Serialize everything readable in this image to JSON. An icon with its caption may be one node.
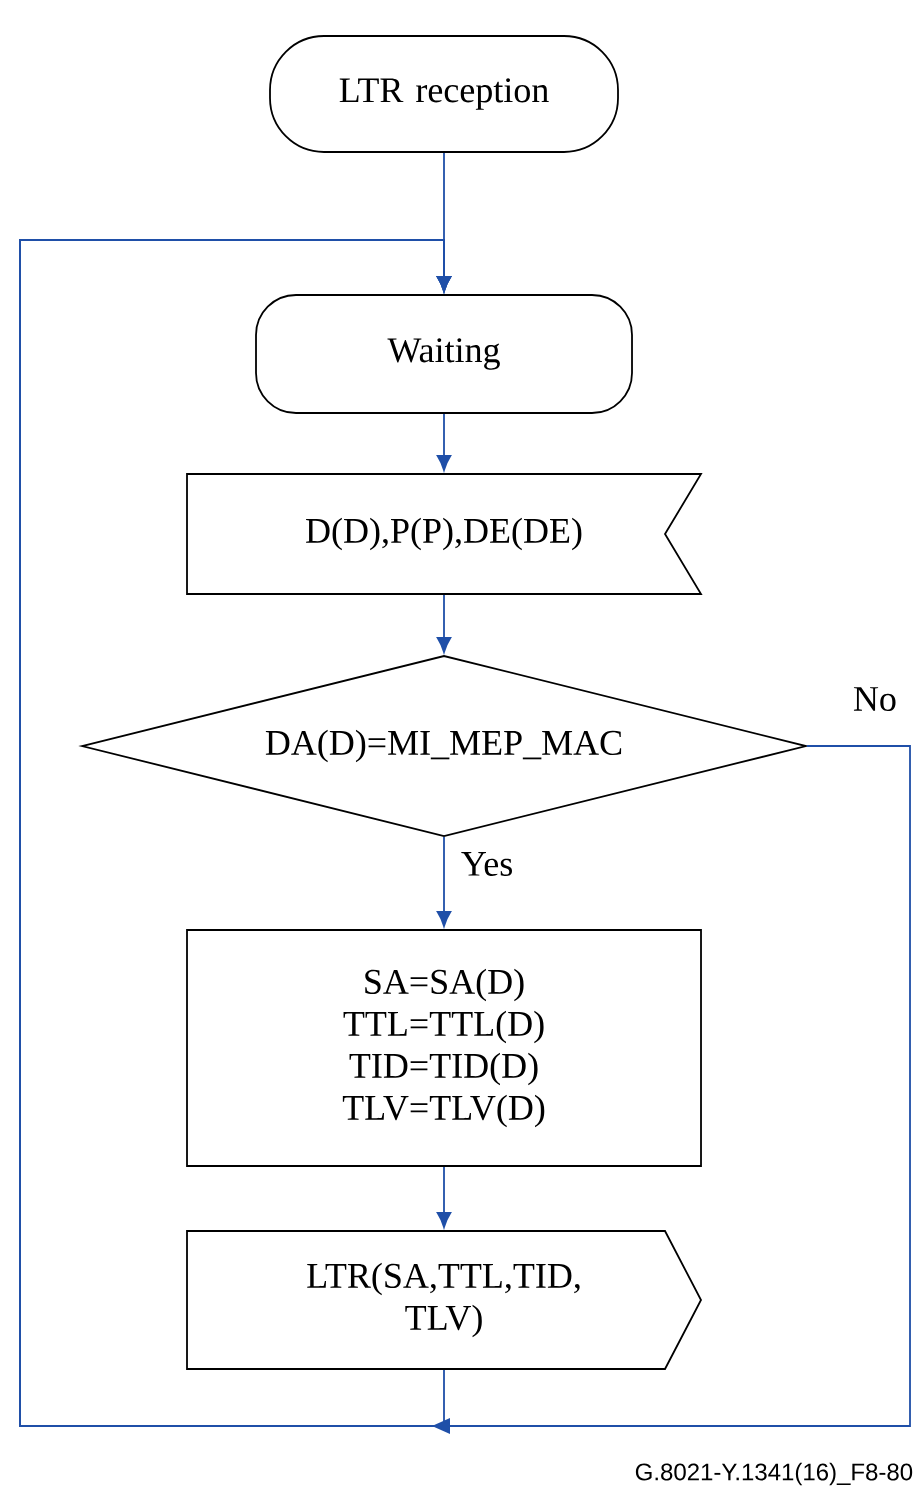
{
  "diagram": {
    "nodes": [
      {
        "text": [
          "LTR reception"
        ]
      },
      {
        "text": [
          "Waiting"
        ]
      },
      {
        "text": [
          "D(D),P(P),DE(DE)"
        ]
      },
      {
        "text": [
          "DA(D)=MI_MEP_MAC"
        ]
      },
      {
        "text": [
          "SA=SA(D)",
          "TTL=TTL(D)",
          "TID=TID(D)",
          "TLV=TLV(D)"
        ]
      },
      {
        "text": [
          "LTR(SA,TTL,TID, TLV)"
        ]
      }
    ],
    "edges": [
      {
        "from": 0,
        "to": 1,
        "arrow": "to"
      },
      {
        "from": 1,
        "to": 2,
        "arrow": "to"
      },
      {
        "from": 2,
        "to": 3,
        "arrow": "to"
      },
      {
        "from": 3,
        "to": 4,
        "arrow": "to",
        "label": "Yes"
      },
      {
        "from": 4,
        "to": 5,
        "arrow": "to"
      },
      {
        "from": 5,
        "to": 1,
        "arrow": "to"
      },
      {
        "from": 3,
        "to": 1,
        "arrow": "to",
        "label": "No"
      }
    ],
    "labels": [
      "G.8021-Y.1341(16)_F8-80"
    ]
  }
}
